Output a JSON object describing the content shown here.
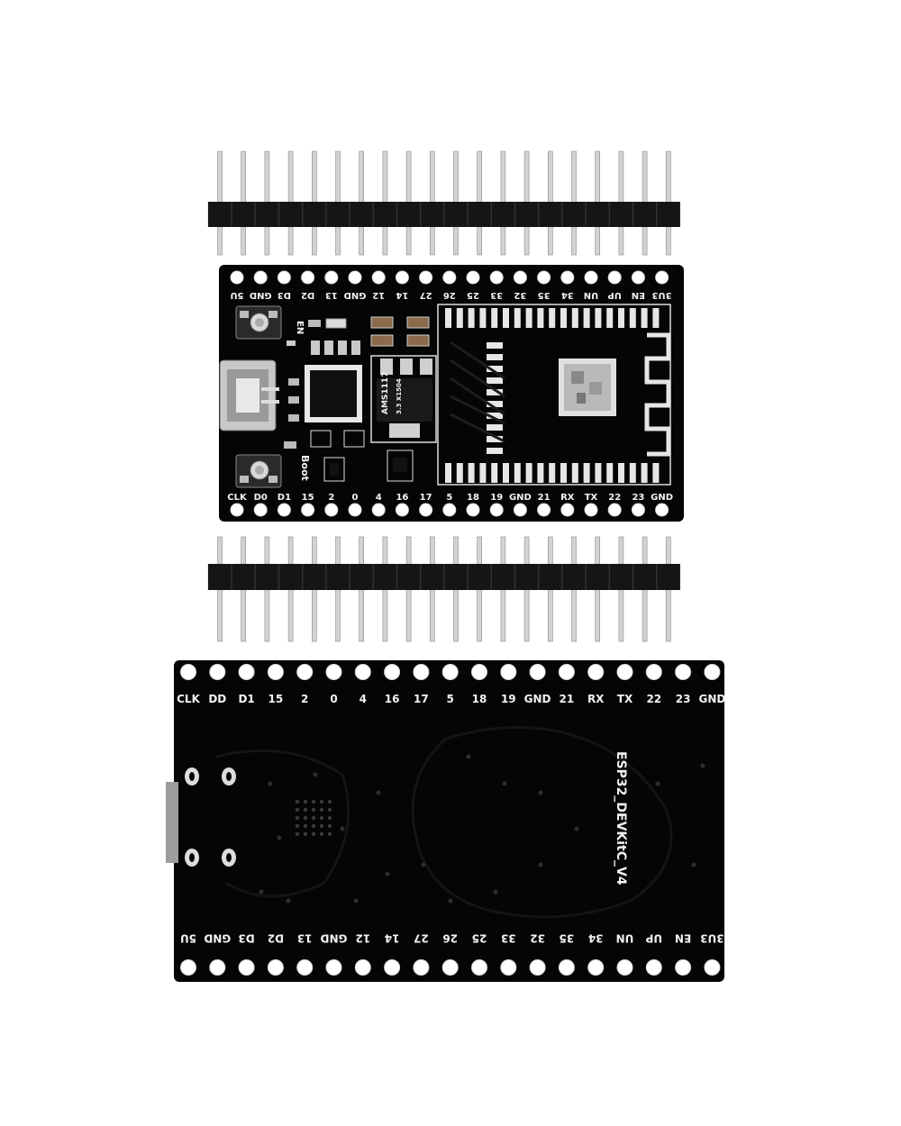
{
  "image": {
    "background": "#ffffff",
    "pcb_color": "#050505",
    "silkscreen_color": "#f2f2f2",
    "pin_color": "#cfcfcf",
    "header_plastic_color": "#151515"
  },
  "front_board": {
    "top_row_labels": [
      "5U",
      "GND",
      "D3",
      "D2",
      "13",
      "GND",
      "12",
      "14",
      "27",
      "26",
      "25",
      "33",
      "32",
      "35",
      "34",
      "UN",
      "UP",
      "EN",
      "3U3"
    ],
    "bottom_row_labels": [
      "CLK",
      "D0",
      "D1",
      "15",
      "2",
      "0",
      "4",
      "16",
      "17",
      "5",
      "18",
      "19",
      "GND",
      "21",
      "RX",
      "TX",
      "22",
      "23",
      "GND"
    ],
    "en_label": "EN",
    "boot_label": "Boot",
    "regulator_text": "AMS1117",
    "regulator_sub_text": "3.3 X1504"
  },
  "back_board": {
    "top_row_labels": [
      "CLK",
      "DD",
      "D1",
      "15",
      "2",
      "0",
      "4",
      "16",
      "17",
      "5",
      "18",
      "19",
      "GND",
      "21",
      "RX",
      "TX",
      "22",
      "23",
      "GND"
    ],
    "bottom_row_labels": [
      "5U",
      "GND",
      "D3",
      "D2",
      "13",
      "GND",
      "12",
      "14",
      "27",
      "26",
      "25",
      "33",
      "32",
      "35",
      "34",
      "UN",
      "UP",
      "EN",
      "3U3"
    ],
    "model_text": "ESP32_DEVKitC_V4"
  }
}
